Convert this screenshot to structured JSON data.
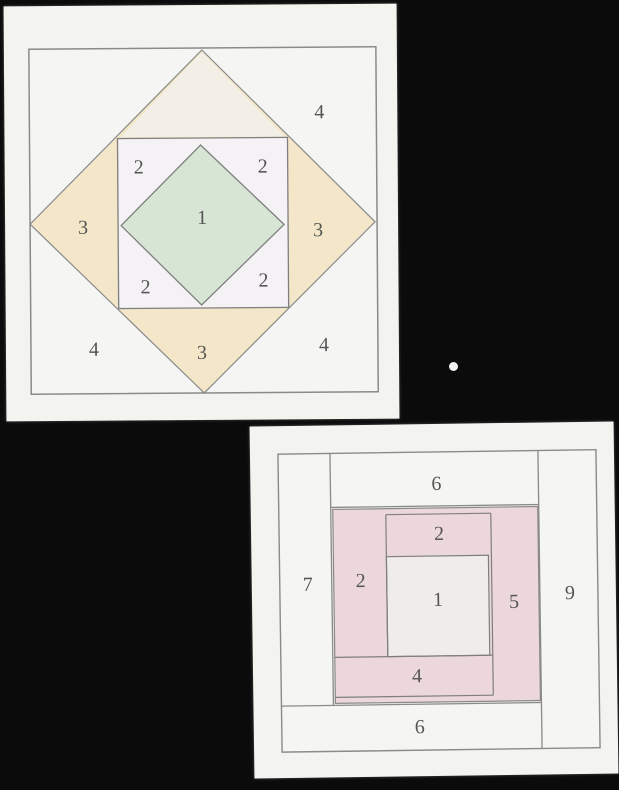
{
  "top_pattern": {
    "caption_left": "",
    "caption_right": "",
    "labels": {
      "center_number": "1",
      "center_note_line1": "",
      "center_note_line2": "",
      "two_tl": "2",
      "two_tr": "2",
      "two_bl": "2",
      "two_br": "2",
      "three_left": "3",
      "three_right": "3",
      "three_bottom": "3",
      "four_tr": "4",
      "four_bl": "4",
      "four_br": "4"
    },
    "colors": {
      "center": "#d6e5d4",
      "diamond": "#f3e6c9",
      "line": "#7f7f7f"
    }
  },
  "bottom_pattern": {
    "caption": "",
    "labels": {
      "center_number": "1",
      "center_note_line1": "",
      "center_note_line2": "",
      "two_top": "2",
      "two_left": "2",
      "four": "4",
      "five": "5",
      "six_top": "6",
      "six_bottom": "6",
      "seven": "7",
      "nine": "9"
    },
    "colors": {
      "pink": "#ecd7da",
      "line": "#7f7f7f"
    }
  }
}
